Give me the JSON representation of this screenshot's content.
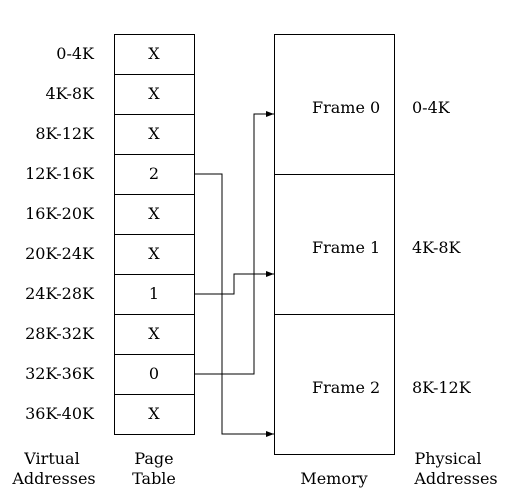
{
  "virtual_addresses": [
    "0-4K",
    "4K-8K",
    "8K-12K",
    "12K-16K",
    "16K-20K",
    "20K-24K",
    "24K-28K",
    "28K-32K",
    "32K-36K",
    "36K-40K"
  ],
  "page_table": [
    "X",
    "X",
    "X",
    "2",
    "X",
    "X",
    "1",
    "X",
    "0",
    "X"
  ],
  "frames": [
    {
      "label": "Frame 0",
      "physical": "0-4K"
    },
    {
      "label": "Frame 1",
      "physical": "4K-8K"
    },
    {
      "label": "Frame 2",
      "physical": "8K-12K"
    }
  ],
  "mappings": [
    {
      "page_row": 3,
      "frame": 2
    },
    {
      "page_row": 6,
      "frame": 1
    },
    {
      "page_row": 8,
      "frame": 0
    }
  ],
  "captions": {
    "virtual_line1": "Virtual",
    "virtual_line2": "Addresses",
    "pagetable_line1": "Page",
    "pagetable_line2": "Table",
    "memory": "Memory",
    "physical_line1": "Physical",
    "physical_line2": "Addresses"
  }
}
